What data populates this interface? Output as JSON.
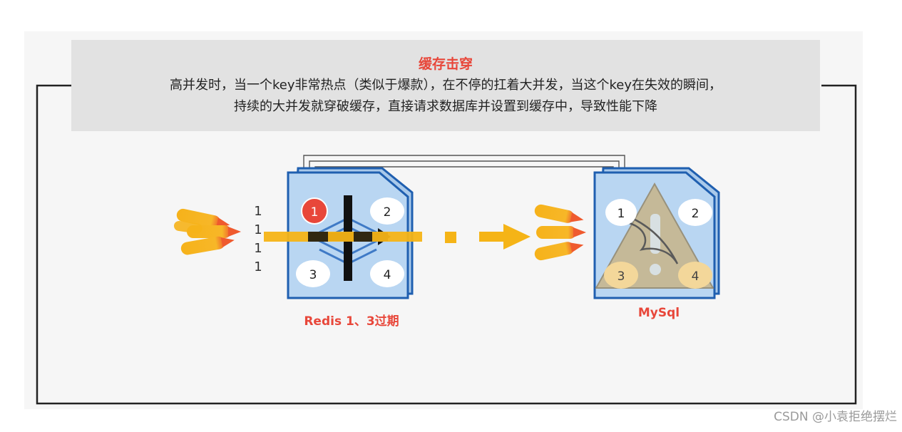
{
  "header": {
    "title": "缓存击穿",
    "line1": "高并发时，当一个key非常热点（类似于爆款），在不停的扛着大并发，当这个key在失效的瞬间，",
    "line2": "持续的大并发就穿破缓存，直接请求数据库并设置到缓存中，导致性能下降"
  },
  "requests": {
    "labels": [
      "1",
      "1",
      "1",
      "1"
    ]
  },
  "redis": {
    "label": "Redis 1、3过期",
    "slots": [
      "1",
      "2",
      "3",
      "4"
    ],
    "expired_slots": [
      "1"
    ]
  },
  "mysql": {
    "label": "MySql",
    "slots": [
      "1",
      "2",
      "3",
      "4"
    ]
  },
  "watermark": "CSDN @小袁拒绝摆烂",
  "colors": {
    "accent_red": "#e8473a",
    "box_blue": "#1f5fb0",
    "box_fill": "#b9d6f2",
    "arrow_orange": "#f5b417",
    "header_bg": "#e2e2e2"
  }
}
